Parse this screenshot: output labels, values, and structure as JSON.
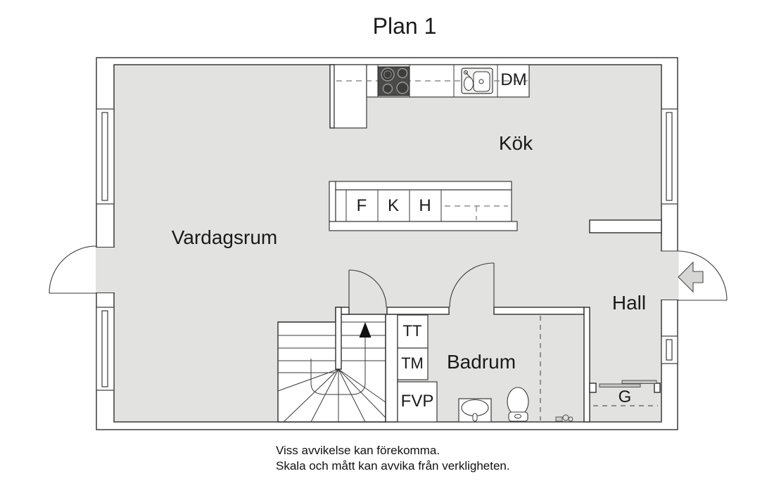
{
  "title": "Plan 1",
  "labels": {
    "vardagsrum": "Vardagsrum",
    "kok": "Kök",
    "hall": "Hall",
    "badrum": "Badrum",
    "dm": "DM",
    "f": "F",
    "k": "K",
    "h": "H",
    "tt": "TT",
    "tm": "TM",
    "fvp": "FVP",
    "g": "G"
  },
  "footer": {
    "line1": "Viss avvikelse kan förekomma.",
    "line2": "Skala och mått kan avvika från verkligheten."
  },
  "colors": {
    "floor": "#e2e2e0",
    "stove": "#4a4a49",
    "arrow_fill": "#d6d6d4",
    "sliding_door": "#c4c4c2"
  }
}
